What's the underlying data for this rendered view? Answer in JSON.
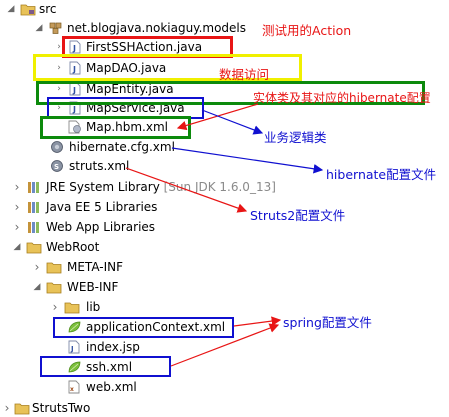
{
  "tree": {
    "src": {
      "label": "src",
      "icon": "source-folder-icon"
    },
    "package": {
      "label": "net.blogjava.nokiaguy.models",
      "icon": "package-icon"
    },
    "first_action": {
      "label": "FirstSSHAction.java",
      "icon": "java-file-icon"
    },
    "map_dao": {
      "label": "MapDAO.java",
      "icon": "java-file-icon"
    },
    "map_entity": {
      "label": "MapEntity.java",
      "icon": "java-file-icon"
    },
    "map_service": {
      "label": "MapService.java",
      "icon": "java-file-icon"
    },
    "map_hbm": {
      "label": "Map.hbm.xml",
      "icon": "hibernate-mapping-icon"
    },
    "hibernate_cfg": {
      "label": "hibernate.cfg.xml",
      "icon": "hibernate-config-icon"
    },
    "struts_xml": {
      "label": "struts.xml",
      "icon": "xml-file-icon"
    },
    "jre": {
      "label": "JRE System Library",
      "sub": "[Sun JDK 1.6.0_13]",
      "icon": "library-icon"
    },
    "javaee": {
      "label": "Java EE 5 Libraries",
      "icon": "library-icon"
    },
    "webapp": {
      "label": "Web App Libraries",
      "icon": "library-icon"
    },
    "webroot": {
      "label": "WebRoot",
      "icon": "folder-icon"
    },
    "meta_inf": {
      "label": "META-INF",
      "icon": "folder-icon"
    },
    "web_inf": {
      "label": "WEB-INF",
      "icon": "folder-icon"
    },
    "lib": {
      "label": "lib",
      "icon": "folder-icon"
    },
    "app_context": {
      "label": "applicationContext.xml",
      "icon": "spring-config-icon"
    },
    "index_jsp": {
      "label": "index.jsp",
      "icon": "jsp-file-icon"
    },
    "ssh_xml": {
      "label": "ssh.xml",
      "icon": "spring-config-icon"
    },
    "web_xml": {
      "label": "web.xml",
      "icon": "xml-file-icon"
    },
    "struts_two": {
      "label": "StrutsTwo",
      "icon": "project-icon"
    }
  },
  "annotations": {
    "action": "测试用的Action",
    "dao": "数据访问",
    "entity": "实体类及其对应的hibernate配置",
    "service": "业务逻辑类",
    "hibernate": "hibernate配置文件",
    "struts": "Struts2配置文件",
    "spring": "spring配置文件"
  },
  "colors": {
    "red": "#e81515",
    "yellow": "#f0f000",
    "green": "#0c8a0c",
    "blue": "#1010d0"
  }
}
